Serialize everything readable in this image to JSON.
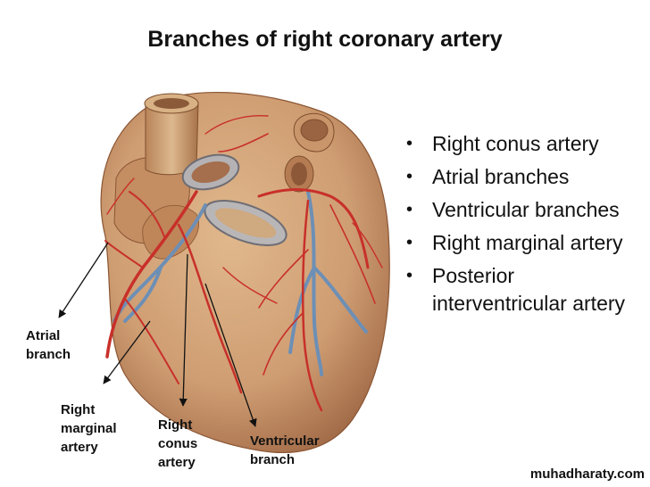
{
  "title": "Branches of right coronary artery",
  "bullets": [
    "Right conus artery",
    "Atrial branches",
    "Ventricular branches",
    "Right marginal artery",
    "Posterior interventricular artery"
  ],
  "labels": {
    "atrial": "Atrial\nbranch",
    "marginal": "Right\nmarginal\nartery",
    "conus": "Right\nconus\nartery",
    "ventricular": "Ventricular\nbranch"
  },
  "watermark": "muhadharaty.com",
  "colors": {
    "heart_body": "#cf9d72",
    "heart_shadow": "#a86d47",
    "artery": "#c8302a",
    "vein": "#6d8fb5"
  }
}
